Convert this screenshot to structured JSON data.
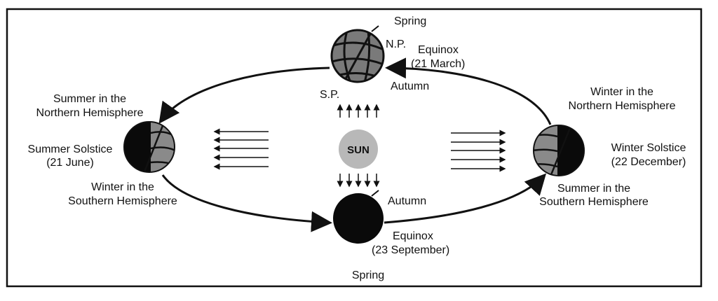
{
  "top": {
    "season": "Spring",
    "np": "N.P.",
    "sp": "S.P.",
    "event": "Equinox",
    "date": "(21 March)",
    "season2": "Autumn"
  },
  "left": {
    "line1": "Summer in the",
    "line2": "Northern Hemisphere",
    "event": "Summer Solstice",
    "date": "(21 June)",
    "line3": "Winter in the",
    "line4": "Southern Hemisphere"
  },
  "right": {
    "line1": "Winter in the",
    "line2": "Northern Hemisphere",
    "event": "Winter Solstice",
    "date": "(22 December)",
    "line3": "Summer in the",
    "line4": "Southern Hemisphere"
  },
  "bottom": {
    "season": "Autumn",
    "event": "Equinox",
    "date": "(23 September)",
    "season2": "Spring"
  },
  "sun": {
    "label": "SUN"
  },
  "colors": {
    "sun": "#b8b8b8",
    "earth_lit": "#8a8a8a",
    "earth_dark": "#0a0a0a"
  }
}
